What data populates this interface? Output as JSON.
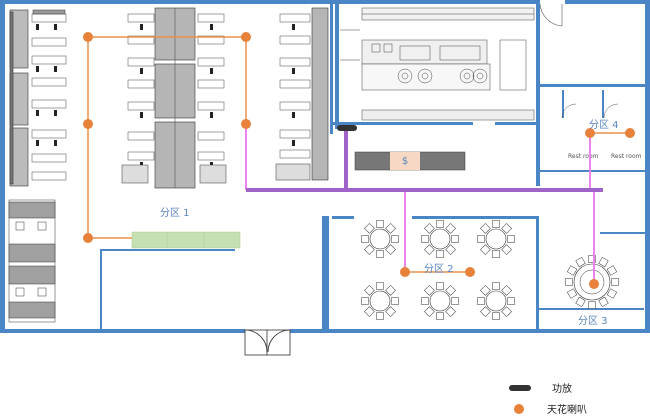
{
  "zones": {
    "zone1": "分区 1",
    "zone2": "分区 2",
    "zone3": "分区 3",
    "zone4": "分区 4"
  },
  "rooms": {
    "rest_room_left": "Rest room",
    "rest_room_right": "Rest room"
  },
  "counter_symbol": "$",
  "legend": {
    "amplifier": "功放",
    "ceiling_speaker": "天花喇叭"
  },
  "colors": {
    "wall": "#4a86c5",
    "speaker_line": "#e8904a",
    "speaker": "#e8823a",
    "branch_line": "#ee82ee",
    "main_trunk": "#a064c8",
    "table_fill": "#c6e0b4"
  },
  "icons": {
    "amplifier": "amplifier-icon",
    "speaker": "ceiling-speaker-icon"
  }
}
